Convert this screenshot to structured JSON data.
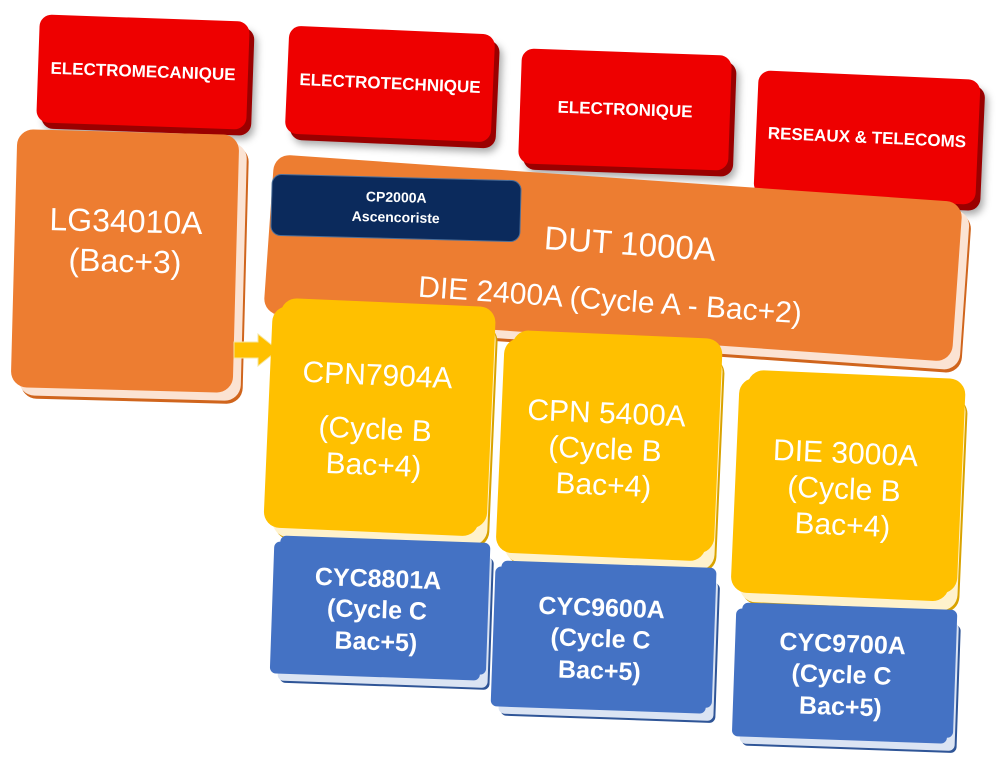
{
  "domains": [
    {
      "label": "ELECTROMECANIQUE"
    },
    {
      "label": "ELECTROTECHNIQUE"
    },
    {
      "label": "ELECTRONIQUE"
    },
    {
      "label": "RESEAUX & TELECOMS"
    }
  ],
  "lg": {
    "line1": "LG34010A",
    "line2": "(Bac+3)"
  },
  "cp2000": {
    "line1": "CP2000A",
    "line2": "Ascencoriste"
  },
  "dut": {
    "label": "DUT 1000A"
  },
  "die2400": {
    "label": "DIE 2400A (Cycle A - Bac+2)"
  },
  "cycle_b": [
    {
      "line1": "CPN7904A",
      "line2": "(Cycle B",
      "line3": "Bac+4)"
    },
    {
      "line1": "CPN 5400A",
      "line2": "(Cycle B",
      "line3": "Bac+4)"
    },
    {
      "line1": "DIE 3000A",
      "line2": "(Cycle B",
      "line3": "Bac+4)"
    }
  ],
  "cycle_c": [
    {
      "line1": "CYC8801A",
      "line2": "(Cycle C",
      "line3": "Bac+5)"
    },
    {
      "line1": "CYC9600A",
      "line2": "(Cycle C",
      "line3": "Bac+5)"
    },
    {
      "line1": "CYC9700A",
      "line2": "(Cycle C",
      "line3": "Bac+5)"
    }
  ],
  "colors": {
    "domain": "#ee0000",
    "cycle_a": "#ed7d31",
    "cycle_b": "#ffc000",
    "cycle_c": "#4472c4",
    "cp": "#0b2a5c"
  }
}
